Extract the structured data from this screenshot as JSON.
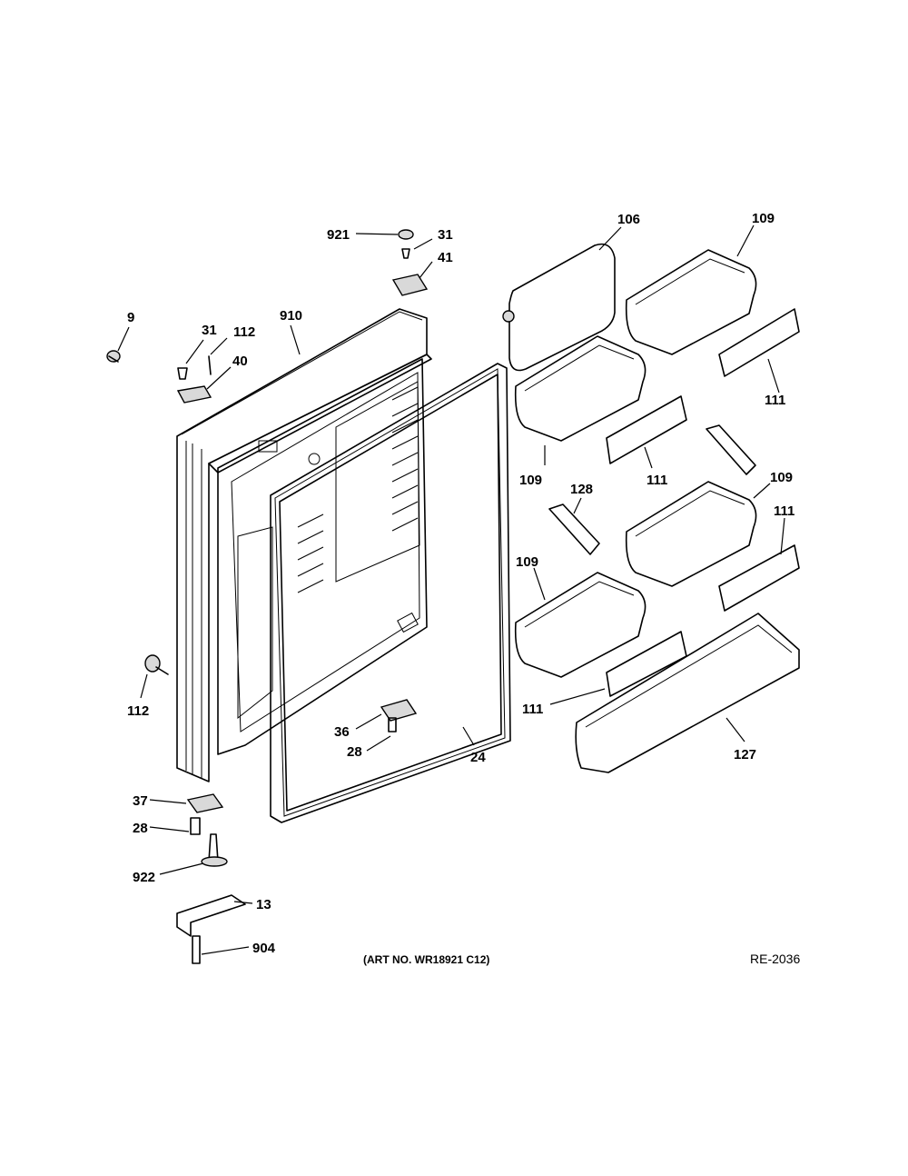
{
  "callouts": {
    "c921": "921",
    "c31a": "31",
    "c41": "41",
    "c106": "106",
    "c109a": "109",
    "c9": "9",
    "c31b": "31",
    "c112a": "112",
    "c910": "910",
    "c40": "40",
    "c111a": "111",
    "c109b": "109",
    "c111b": "111",
    "c128": "128",
    "c109c": "109",
    "c111c": "111",
    "c109d": "109",
    "c112b": "112",
    "c36": "36",
    "c28a": "28",
    "c24": "24",
    "c111d": "111",
    "c127": "127",
    "c37": "37",
    "c28b": "28",
    "c922": "922",
    "c13": "13",
    "c904": "904"
  },
  "art_number": "(ART NO. WR18921 C12)",
  "reference": "RE-2036"
}
